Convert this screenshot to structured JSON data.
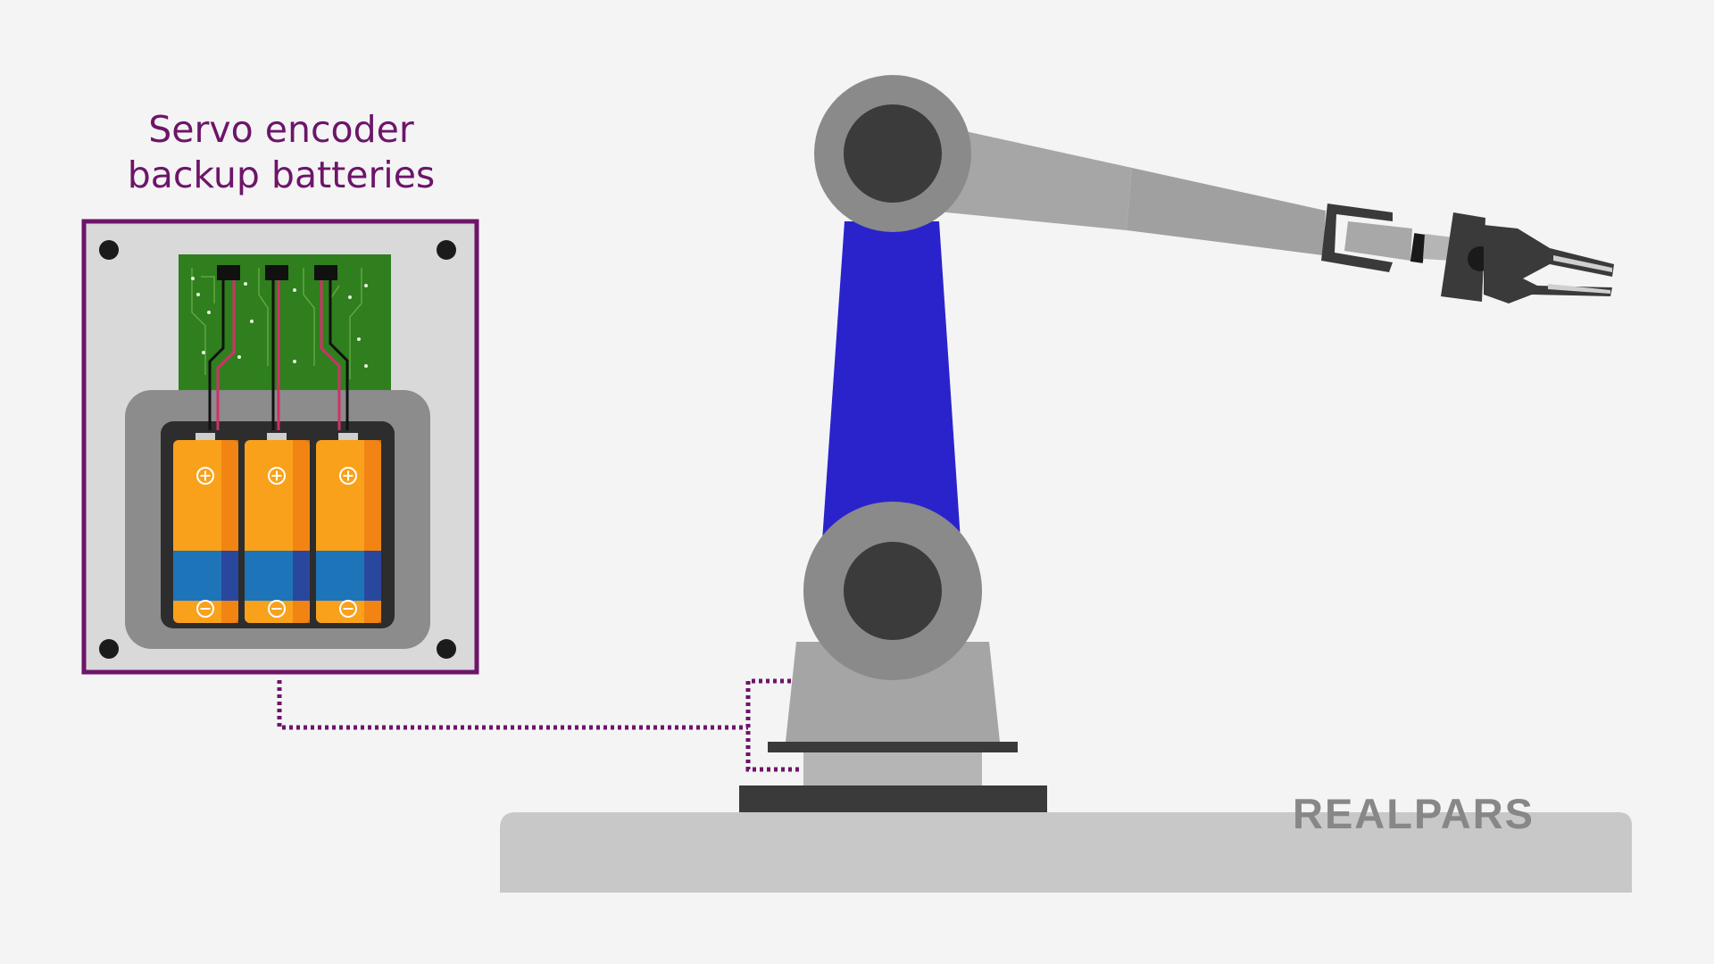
{
  "title": {
    "line1": "Servo encoder",
    "line2": "backup batteries"
  },
  "batteries": {
    "count": 3,
    "plus_symbol": "+",
    "minus_symbol": "−"
  },
  "brand": {
    "logo_text": "REALPARS"
  },
  "colors": {
    "accent_purple": "#6d1569",
    "robot_arm_blue": "#2a23cc",
    "battery_orange": "#f9a11b",
    "battery_blue": "#1e74b8",
    "pcb_green": "#2f7f1e",
    "robot_gray": "#a3a3a3",
    "joint_dark": "#3b3b3b"
  }
}
